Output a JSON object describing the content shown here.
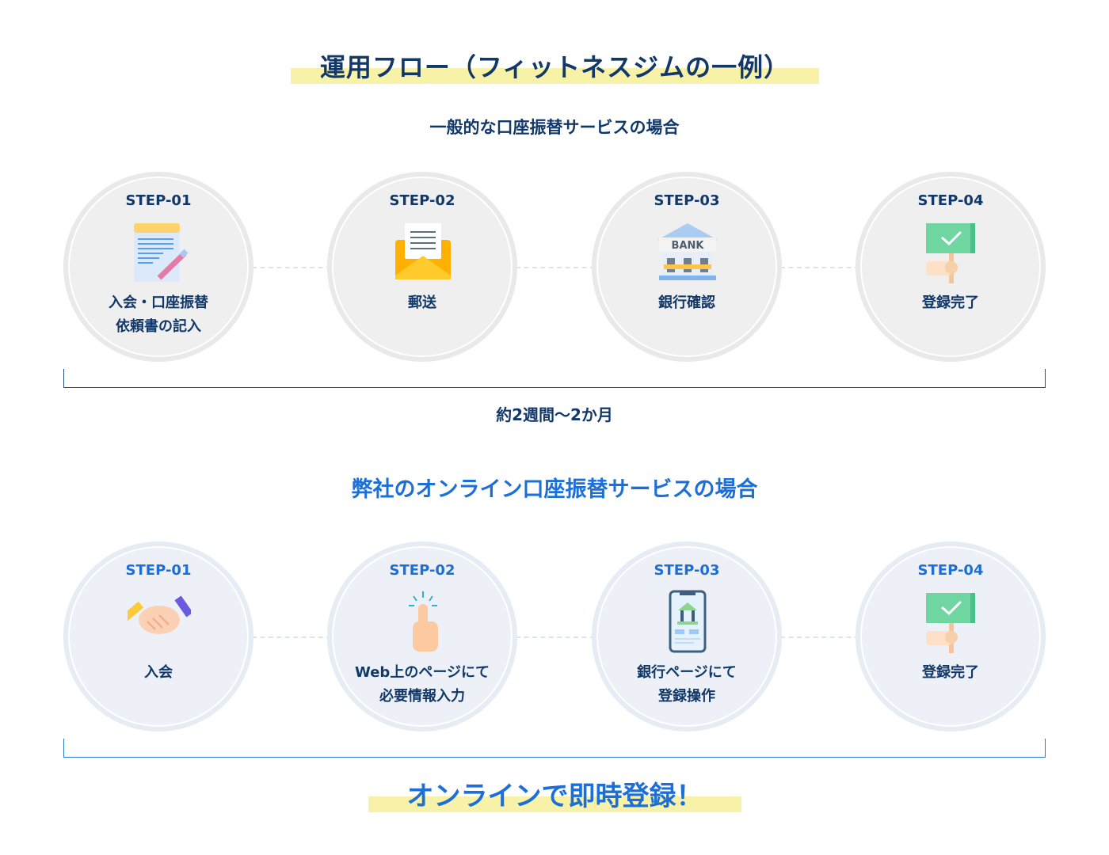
{
  "title": "運用フロー（フィットネスジムの一例）",
  "general": {
    "heading": "一般的な口座振替サービスの場合",
    "steps": [
      {
        "step": "STEP-01",
        "label1": "入会・口座振替",
        "label2": "依頼書の記入",
        "icon": "form-pencil-icon"
      },
      {
        "step": "STEP-02",
        "label1": "郵送",
        "label2": "",
        "icon": "envelope-icon"
      },
      {
        "step": "STEP-03",
        "label1": "銀行確認",
        "label2": "",
        "icon": "bank-icon",
        "icon_text": "BANK"
      },
      {
        "step": "STEP-04",
        "label1": "登録完了",
        "label2": "",
        "icon": "check-sign-icon"
      }
    ],
    "duration": "約2週間〜2か月"
  },
  "online": {
    "heading": "弊社のオンライン口座振替サービスの場合",
    "steps": [
      {
        "step": "STEP-01",
        "label1": "入会",
        "label2": "",
        "icon": "handshake-icon"
      },
      {
        "step": "STEP-02",
        "label1": "Web上のページにて",
        "label2": "必要情報入力",
        "icon": "tap-finger-icon"
      },
      {
        "step": "STEP-03",
        "label1": "銀行ページにて",
        "label2": "登録操作",
        "icon": "smartphone-bank-icon"
      },
      {
        "step": "STEP-04",
        "label1": "登録完了",
        "label2": "",
        "icon": "check-sign-icon"
      }
    ],
    "result": "オンラインで即時登録！"
  },
  "colors": {
    "navy": "#12386a",
    "blue": "#1c6fd6",
    "highlight": "#f7f2a8"
  }
}
